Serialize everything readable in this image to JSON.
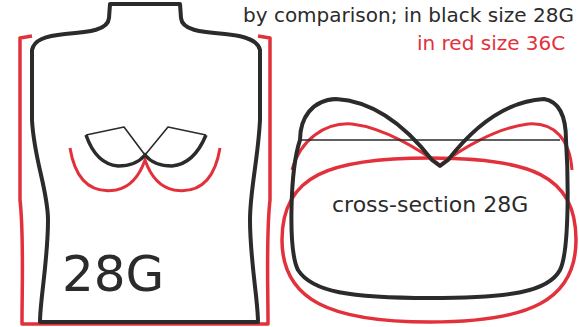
{
  "diagram": {
    "nodes": [
      {
        "text": [
          "28G"
        ]
      },
      {
        "text": [
          "cross-section 28G"
        ]
      }
    ],
    "labels": [
      "by comparison; in black size 28G",
      "in red size 36C"
    ]
  }
}
